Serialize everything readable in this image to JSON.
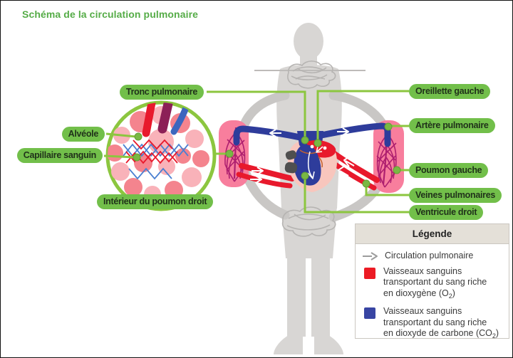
{
  "title": "Schéma de la circulation pulmonaire",
  "labels": {
    "tronc_pulmonaire": "Tronc pulmonaire",
    "oreillette_gauche": "Oreillette gauche",
    "artere_pulmonaire": "Artère pulmonaire",
    "poumon_gauche": "Poumon gauche",
    "veines_pulmonaires": "Veines pulmonaires",
    "ventricule_droit": "Ventricule droit",
    "alveole": "Alvéole",
    "capillaire_sanguin": "Capillaire sanguin",
    "interieur_poumon_droit": "Intérieur du poumon droit"
  },
  "legend": {
    "title": "Légende",
    "items": [
      {
        "icon": "flow-arrow-icon",
        "text": "Circulation pulmonaire"
      },
      {
        "icon": "o2-rich-swatch",
        "color": "#EC1B24",
        "line1": "Vaisseaux sanguins",
        "line2": "transportant du sang riche",
        "line3_pre": "en dioxygène (O",
        "line3_sub": "2",
        "line3_post": ")"
      },
      {
        "icon": "co2-rich-swatch",
        "color": "#3845A3",
        "line1": "Vaisseaux sanguins",
        "line2": "transportant du sang riche",
        "line3_pre": "en dioxyde de carbone (CO",
        "line3_sub": "2",
        "line3_post": ")"
      }
    ]
  },
  "colors": {
    "label_pill_green": "#72BF4A",
    "connector_green": "#8CC63F",
    "title_green": "#55AC47",
    "oxygen_rich_red": "#E8192C",
    "co2_rich_blue": "#2E3C9B",
    "lung_pink": "#F87E9D",
    "lung_network_magenta": "#AE1F6F",
    "heart_pink": "#F8C6BD",
    "alveoli_pink_light": "#F9B2B9",
    "alveoli_pink_mid": "#F4848E",
    "inset_capillary_blue": "#4B80D1",
    "inset_vessel_purple": "#8C2057",
    "silhouette_grey": "#D8D6D4",
    "loop_band_grey": "#C9C7C5",
    "legend_header_beige": "#E4E0D8"
  }
}
